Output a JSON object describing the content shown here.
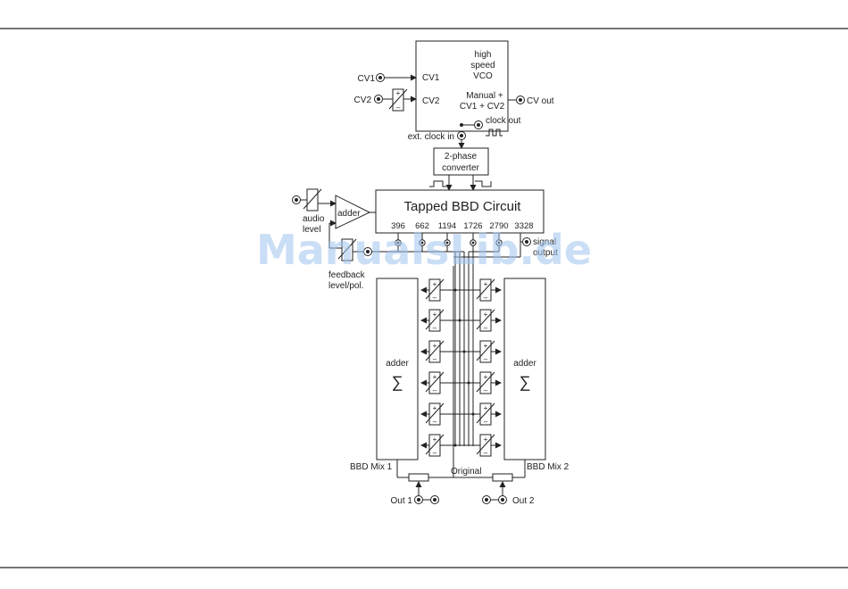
{
  "labels": {
    "cv1_jack": "CV1",
    "cv2_jack": "CV2",
    "cv1_in": "CV1",
    "cv2_in": "CV2",
    "vco_line1": "high",
    "vco_line2": "speed",
    "vco_line3": "VCO",
    "manual_line1": "Manual +",
    "manual_line2": "CV1 + CV2",
    "cv_out": "CV out",
    "clock_out": "clock out",
    "ext_clock_in": "ext. clock in",
    "converter_line1": "2-phase",
    "converter_line2": "converter",
    "bbd_title": "Tapped BBD Circuit",
    "adder": "adder",
    "audio_line1": "audio",
    "audio_line2": "level",
    "signal_line1": "signal",
    "signal_line2": "output",
    "feedback_line1": "feedback",
    "feedback_line2": "level/pol.",
    "adder_left": "adder",
    "adder_right": "adder",
    "sigma_left": "∑",
    "sigma_right": "∑",
    "bbd_mix1": "BBD Mix 1",
    "bbd_mix2": "BBD Mix 2",
    "original": "Original",
    "out1": "Out 1",
    "out2": "Out 2",
    "plus": "+",
    "minus": "–"
  },
  "taps": [
    "396",
    "662",
    "1194",
    "1726",
    "2790",
    "3328"
  ],
  "watermark": "ManualsLib.de"
}
